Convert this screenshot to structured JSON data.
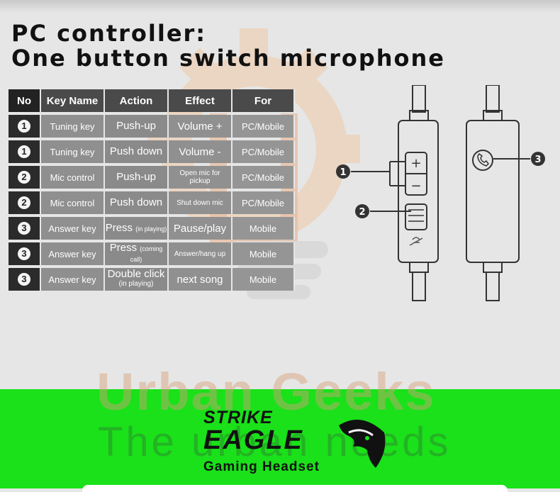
{
  "title": {
    "line1": "PC controller:",
    "line2": "One button switch microphone"
  },
  "table": {
    "headers": [
      "No",
      "Key Name",
      "Action",
      "Effect",
      "For"
    ],
    "rows": [
      {
        "no": "1",
        "key": "Tuning key",
        "action": "Push-up",
        "action_note": "",
        "effect": "Volume +",
        "effect_small": false,
        "for": "PC/Mobile"
      },
      {
        "no": "1",
        "key": "Tuning key",
        "action": "Push down",
        "action_note": "",
        "effect": "Volume -",
        "effect_small": false,
        "for": "PC/Mobile"
      },
      {
        "no": "2",
        "key": "Mic control",
        "action": "Push-up",
        "action_note": "",
        "effect": "Open mic for pickup",
        "effect_small": true,
        "for": "PC/Mobile"
      },
      {
        "no": "2",
        "key": "Mic control",
        "action": "Push down",
        "action_note": "",
        "effect": "Shut down mic",
        "effect_small": true,
        "for": "PC/Mobile"
      },
      {
        "no": "3",
        "key": "Answer key",
        "action": "Press",
        "action_note": "(in playing)",
        "effect": "Pause/play",
        "effect_small": false,
        "for": "Mobile"
      },
      {
        "no": "3",
        "key": "Answer key",
        "action": "Press",
        "action_note": "(coming call)",
        "effect": "Answer/hang up",
        "effect_small": true,
        "for": "Mobile"
      },
      {
        "no": "3",
        "key": "Answer key",
        "action": "Double click",
        "action_note": "(in playing)",
        "effect": "next song",
        "effect_small": false,
        "for": "Mobile"
      }
    ]
  },
  "diagram": {
    "callout_1": "1",
    "callout_2": "2",
    "callout_3": "3",
    "plus": "+",
    "minus": "−"
  },
  "watermark": {
    "line1": "Urban Geeks",
    "line2": "The urban needs"
  },
  "brand": {
    "strike": "STRIKE",
    "eagle": "EAGLE",
    "subtitle": "Gaming Headset"
  },
  "colors": {
    "footer_green": "#1ae11a",
    "table_dark": "#2b2b2b",
    "effect_text": "#fbe7d6"
  }
}
